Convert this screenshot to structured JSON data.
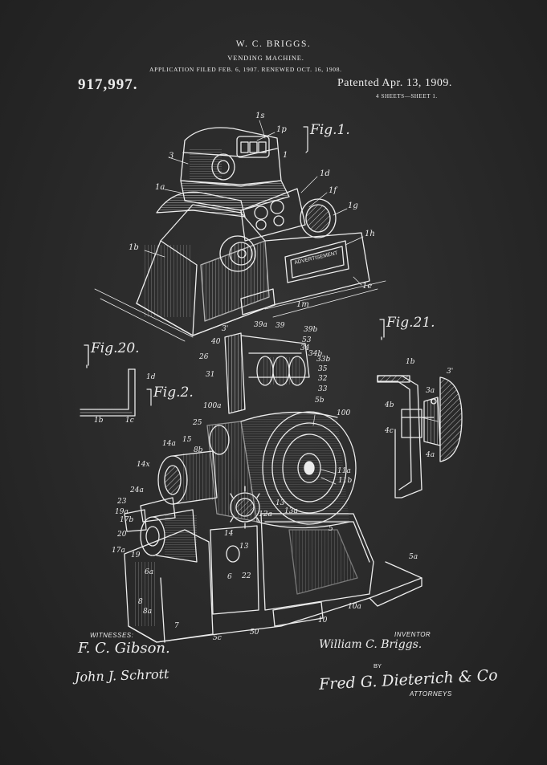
{
  "header": {
    "inventor_name": "W. C. BRIGGS.",
    "title": "VENDING MACHINE.",
    "application_line": "APPLICATION FILED FEB. 6, 1907.  RENEWED OCT. 16, 1908.",
    "patent_number": "917,997.",
    "patented_date": "Patented Apr. 13, 1909.",
    "sheets": "4 SHEETS—SHEET 1."
  },
  "figures": {
    "fig1": "Fig.1.",
    "fig2": "Fig.2.",
    "fig20": "Fig.20.",
    "fig21": "Fig.21."
  },
  "labels": {
    "l1s": "1s",
    "l1p": "1p",
    "l3": "3",
    "l1": "1",
    "l1d": "1d",
    "l1a": "1a",
    "l1f": "1f",
    "l1g": "1g",
    "l1b": "1b",
    "l1h": "1h",
    "l1e": "1e",
    "l1m": "1m",
    "advert": "ADVERTISEMENT",
    "l39a": "39a",
    "l39": "39",
    "l39b": "39b",
    "l40": "40",
    "l3p": "3'",
    "l26": "26",
    "l31": "31",
    "l53": "53",
    "l34": "34",
    "l34b": "34b",
    "l33b": "33b",
    "l35": "35",
    "l32": "32",
    "l33": "33",
    "l5b": "5b",
    "l100a": "100a",
    "l100": "100",
    "l25": "25",
    "l14a": "14a",
    "l15": "15",
    "l8b": "8b",
    "l14x": "14x",
    "l24a": "24a",
    "l23": "23",
    "l19a": "19a",
    "l17b": "17b",
    "l20": "20",
    "l17a": "17a",
    "l19": "19",
    "l6a": "6a",
    "l8": "8",
    "l8a": "8a",
    "l7": "7",
    "l5c": "5c",
    "l50": "50",
    "l22": "22",
    "l6": "6",
    "l13": "13",
    "l14": "14",
    "l13a": "13a",
    "l12a": "12a",
    "l11a": "11a",
    "l11b": "11b",
    "l5": "5",
    "l5a": "5a",
    "l10a": "10a",
    "l10": "10",
    "l1d20": "1d",
    "l1b20": "1b",
    "l1c20": "1c",
    "l1b21": "1b",
    "l3p21": "3'",
    "l3a21": "3a",
    "l4b21": "4b",
    "l4c21": "4c",
    "l4a21": "4a"
  },
  "footer": {
    "witnesses_label": "WITNESSES:",
    "witness1": "F. C. Gibson.",
    "witness2": "John J. Schrott",
    "inventor_label": "INVENTOR",
    "inventor_signature": "William C. Briggs.",
    "by_label": "BY",
    "attorney_signature": "Fred G. Dieterich & Co",
    "attorneys_label": "ATTORNEYS"
  },
  "colors": {
    "background": "#2b2b2b",
    "ink": "#ececec"
  }
}
